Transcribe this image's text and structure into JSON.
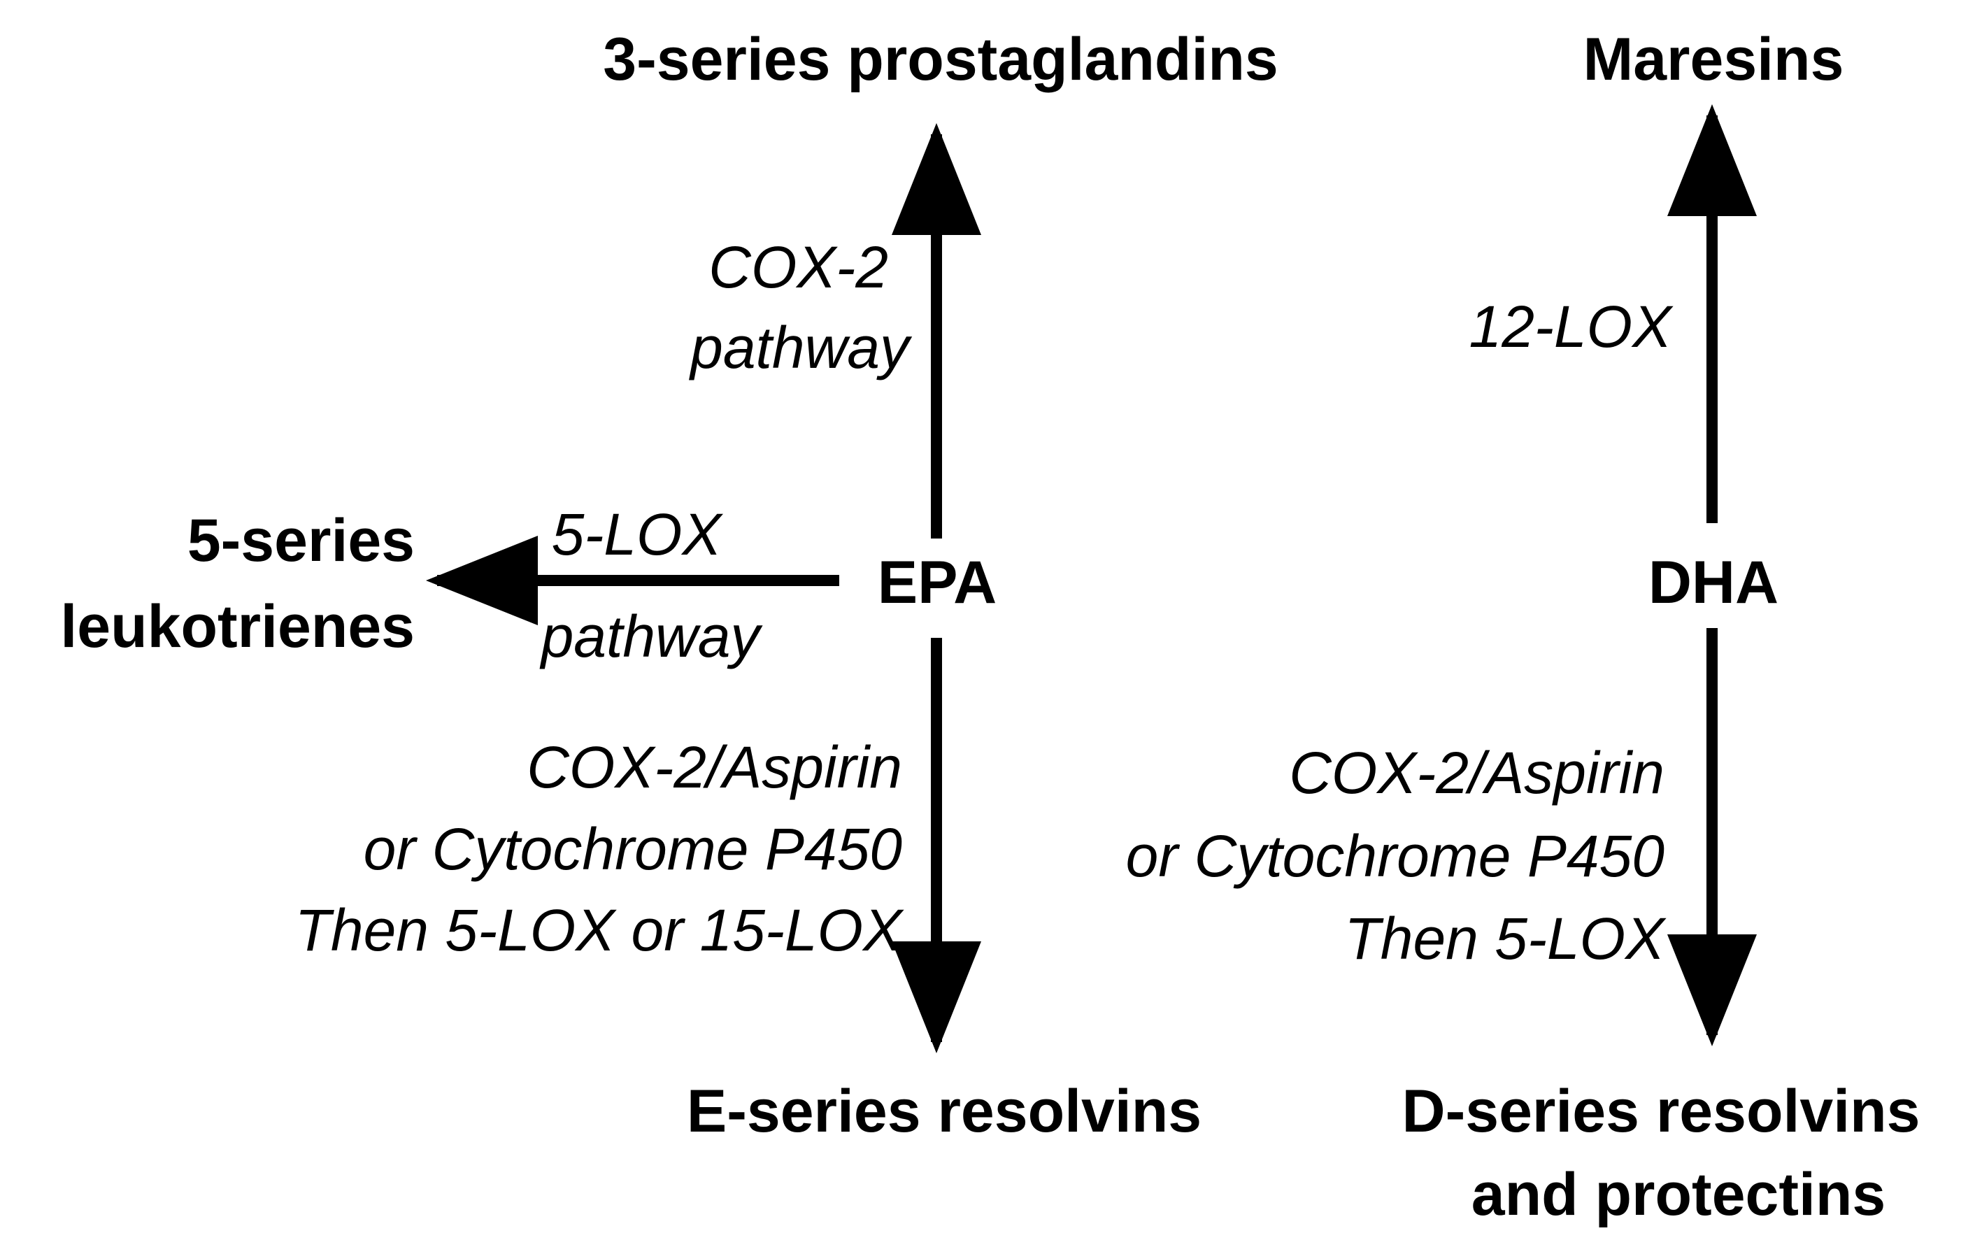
{
  "colors": {
    "background": "#ffffff",
    "ink": "#000000"
  },
  "nodes": {
    "epa": "EPA",
    "dha": "DHA",
    "prostaglandins": "3-series prostaglandins",
    "maresins": "Maresins",
    "leukotrienes_line1": "5-series",
    "leukotrienes_line2": "leukotrienes",
    "e_resolvins": "E-series resolvins",
    "d_resolvins_line1": "D-series resolvins",
    "d_resolvins_line2": "and protectins"
  },
  "pathways": {
    "epa_up_line1": "COX-2",
    "epa_up_line2": "pathway",
    "epa_left_line1": "5-LOX",
    "epa_left_line2": "pathway",
    "epa_down_line1": "COX-2/Aspirin",
    "epa_down_line2": "or Cytochrome P450",
    "epa_down_line3": "Then 5-LOX or 15-LOX",
    "dha_up_line1": "12-LOX",
    "dha_down_line1": "COX-2/Aspirin",
    "dha_down_line2": "or Cytochrome P450",
    "dha_down_line3": "Then 5-LOX"
  }
}
